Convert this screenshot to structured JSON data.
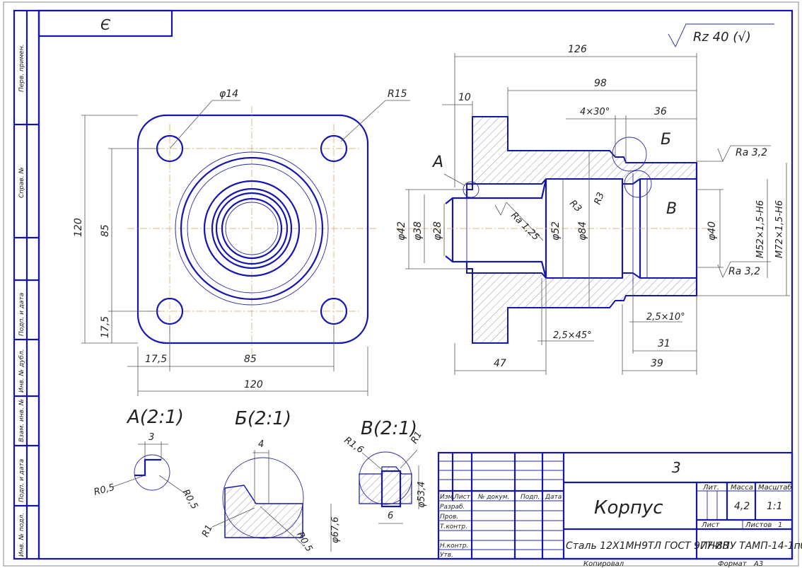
{
  "sheet": {
    "corner_label": "Є",
    "roughness": "Rz 40 (√)",
    "side_labels": [
      "Перв. примен.",
      "Справ. №",
      "Подп. и дата",
      "Инв. № дубл.",
      "Взам. инв. №",
      "Подп. и дата",
      "Инв. № подл."
    ],
    "footer_copy": "Копировал",
    "footer_format": "Формат",
    "footer_format_value": "А3"
  },
  "front_view": {
    "dims": {
      "d14": "φ14",
      "r15": "R15",
      "h120": "120",
      "h85": "85",
      "h17_5": "17,5",
      "w17_5": "17,5",
      "w85": "85",
      "w120": "120"
    }
  },
  "section_view": {
    "labels": {
      "A": "А",
      "B": "Б",
      "V": "В"
    },
    "dims": {
      "d126": "126",
      "d98": "98",
      "d10": "10",
      "ch4x30": "4×30°",
      "d36": "36",
      "ra32a": "Ra 3,2",
      "ra32b": "Ra 3,2",
      "ra125": "Ra 1,25",
      "d42": "φ42",
      "d38": "φ38",
      "d28": "φ28",
      "d52": "φ52",
      "d84": "φ84",
      "r3a": "R3",
      "r3b": "R3",
      "d40": "φ40",
      "m52": "M52×1,5-H6",
      "m72": "M72×1,5-H6",
      "ch25x10": "2,5×10°",
      "ch25x45": "2,5×45°",
      "d47": "47",
      "d31": "31",
      "d39": "39"
    }
  },
  "details": {
    "a": {
      "title": "А(2:1)",
      "d3": "3",
      "r05a": "R0,5",
      "r05b": "R0,5"
    },
    "b": {
      "title": "Б(2:1)",
      "d4": "4",
      "r1": "R1",
      "r05": "R0,5",
      "d676": "φ67,6"
    },
    "v": {
      "title": "В(2:1)",
      "r16": "R1,6",
      "r1": "R1",
      "d534": "φ53,4",
      "d6": "6"
    }
  },
  "title_block": {
    "doc_code_top": "3",
    "part_name": "Корпус",
    "material": "Сталь 12Х1МН9ТЛ  ГОСТ 977-88",
    "org": "ПНИПУ ТАМП-14-1пб",
    "col_izm": "Изм.",
    "col_list": "Лист",
    "col_doc": "№ докум.",
    "col_podp": "Подп.",
    "col_data": "Дата",
    "row_razrab": "Разраб.",
    "row_prov": "Пров.",
    "row_tkontr": "Т.контр.",
    "row_nkontr": "Н.контр.",
    "row_utv": "Утв.",
    "lit_label": "Лит.",
    "mass_label": "Масса",
    "scale_label": "Масштаб",
    "mass_value": "4,2",
    "scale_value": "1:1",
    "list_label": "Лист",
    "listov_label": "Листов",
    "listov_value": "1"
  }
}
